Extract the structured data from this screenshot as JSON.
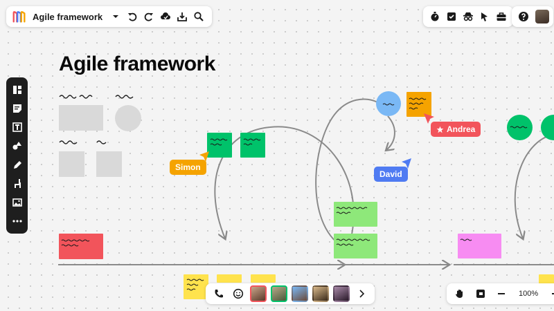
{
  "header": {
    "board_title": "Agile framework"
  },
  "canvas": {
    "title": "Agile framework",
    "cursors": [
      {
        "name": "Simon",
        "color": "#f5a300"
      },
      {
        "name": "Andrea",
        "color": "#f2545b"
      },
      {
        "name": "David",
        "color": "#4f7bf2"
      }
    ]
  },
  "zoom": {
    "level": "100%"
  },
  "colors": {
    "sticky_green": "#00c26a",
    "sticky_lightgreen": "#8ee87a",
    "sticky_orange": "#f5a300",
    "sticky_red": "#f2545b",
    "sticky_pink": "#f78cf2",
    "sticky_yellow": "#ffe34d",
    "circle_blue": "#7ab8f5",
    "gray_shape": "#d9d9d9"
  },
  "icons": {
    "top_left": [
      "undo-icon",
      "redo-icon",
      "cloud-sync-icon",
      "export-icon",
      "search-icon"
    ],
    "top_right": [
      "timer-icon",
      "vote-icon",
      "spy-icon",
      "cursor-icon",
      "toolbox-icon"
    ],
    "left_bar": [
      "templates-icon",
      "sticky-note-icon",
      "text-icon",
      "shapes-icon",
      "pen-icon",
      "llama-icon",
      "image-icon",
      "more-icon"
    ],
    "bottom": [
      "phone-icon",
      "reaction-icon",
      "chevron-right-icon"
    ],
    "bottom_right": [
      "hand-icon",
      "map-icon",
      "zoom-out-icon",
      "zoom-in-icon"
    ]
  }
}
